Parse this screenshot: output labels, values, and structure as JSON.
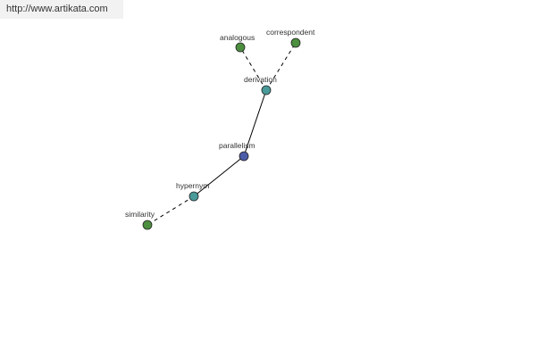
{
  "site_url": "http://www.artikata.com",
  "colors": {
    "center_node": "#4a5ba8",
    "relation_node": "#4a9a9a",
    "leaf_node": "#4c8f3f",
    "banner_bg": "#f2f2f2"
  },
  "graph": {
    "nodes": [
      {
        "id": "parallelism",
        "label": "parallelism",
        "role": "center_node"
      },
      {
        "id": "derivation",
        "label": "derivation",
        "role": "relation_node"
      },
      {
        "id": "hypernym",
        "label": "hypernym",
        "role": "relation_node"
      },
      {
        "id": "analogous",
        "label": "analogous",
        "role": "leaf_node"
      },
      {
        "id": "correspondent",
        "label": "correspondent",
        "role": "leaf_node"
      },
      {
        "id": "similarity",
        "label": "similarity",
        "role": "leaf_node"
      }
    ],
    "edges": [
      {
        "from": "parallelism",
        "to": "derivation",
        "style": "solid"
      },
      {
        "from": "parallelism",
        "to": "hypernym",
        "style": "solid"
      },
      {
        "from": "derivation",
        "to": "analogous",
        "style": "dashed"
      },
      {
        "from": "derivation",
        "to": "correspondent",
        "style": "dashed"
      },
      {
        "from": "hypernym",
        "to": "similarity",
        "style": "dashed"
      }
    ]
  }
}
